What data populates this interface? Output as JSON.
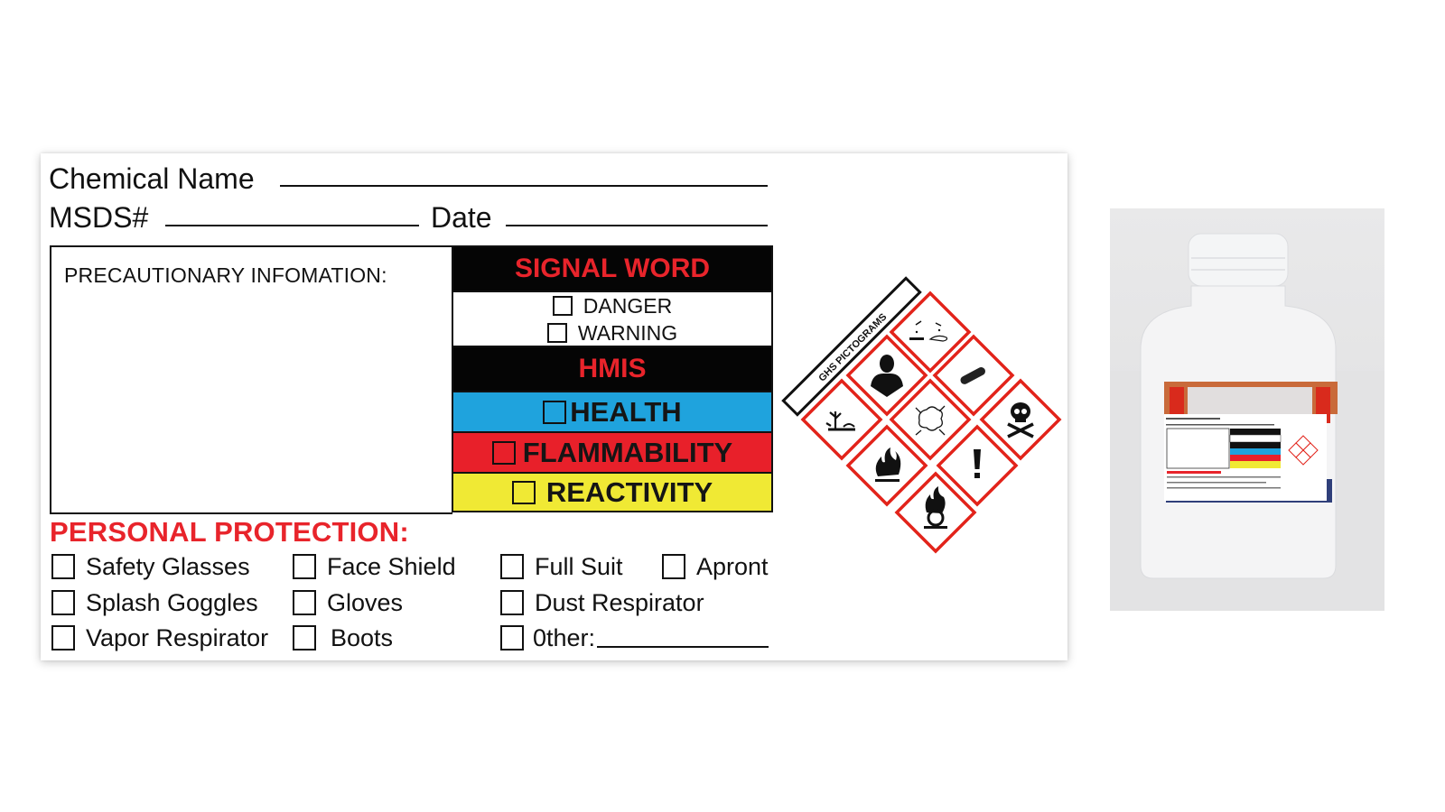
{
  "label": {
    "chemical_name_label": "Chemical Name",
    "msds_label": "MSDS#",
    "date_label": "Date",
    "precautionary_title": "PRECAUTIONARY INFOMATION:",
    "signal_word": {
      "title": "SIGNAL WORD",
      "options": [
        "DANGER",
        "WARNING"
      ]
    },
    "hmis": {
      "title": "HMIS",
      "rows": [
        {
          "label": "HEALTH",
          "color": "#1fa3dd"
        },
        {
          "label": "FLAMMABILITY",
          "color": "#e8202a"
        },
        {
          "label": "REACTIVITY",
          "color": "#f0e934"
        }
      ]
    },
    "personal_protection": {
      "title": "PERSONAL PROTECTION:",
      "items": [
        "Safety Glasses",
        "Face Shield",
        "Full Suit",
        "Apront",
        "Splash Goggles",
        "Gloves",
        "Dust Respirator",
        "Vapor Respirator",
        "Boots",
        "0ther:"
      ]
    },
    "ghs": {
      "banner": "GHS PICTOGRAMS",
      "pictograms": [
        "corrosion",
        "health-hazard",
        "gas-cylinder",
        "environment",
        "exploding-bomb",
        "skull-crossbones",
        "flame",
        "exclamation-mark",
        "flame-over-circle"
      ]
    }
  },
  "colors": {
    "signal_red": "#e8242b",
    "health_blue": "#1fa3dd",
    "flammability_red": "#e8202a",
    "reactivity_yellow": "#f0e934",
    "ghs_border_red": "#e2231a"
  },
  "photo": {
    "description": "Label applied on white plastic bottle"
  }
}
